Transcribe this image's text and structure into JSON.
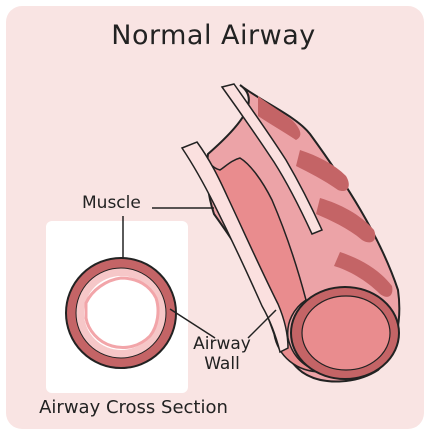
{
  "title": "Normal Airway",
  "labels": {
    "muscle": "Muscle",
    "wall_line1": "Airway",
    "wall_line2": "Wall",
    "cross_section": "Airway Cross Section"
  },
  "colors": {
    "background": "#f9e4e3",
    "outline": "#222222",
    "muscle": "#c46466",
    "tube_light": "#eca3a7",
    "tube_mid": "#e69094",
    "lumen": "#e98c8e",
    "wall": "#fbe0df"
  }
}
